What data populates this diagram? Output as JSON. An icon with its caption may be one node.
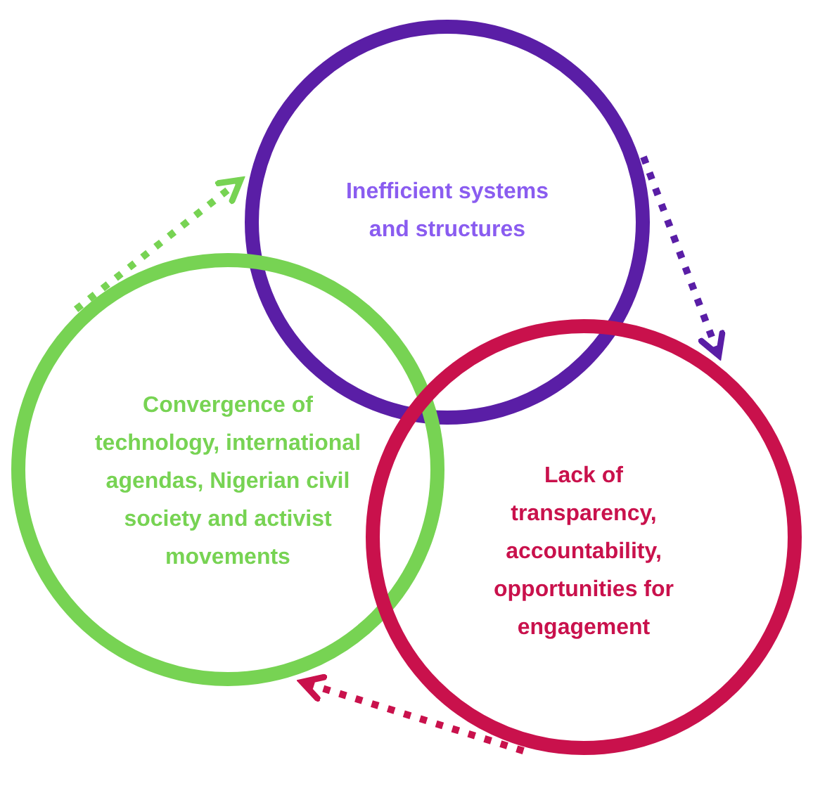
{
  "diagram": {
    "nodes": [
      {
        "text": [
          "Inefficient systems and structures"
        ]
      },
      {
        "text": [
          "Convergence of technology, international agendas, Nigerian civil society and activist movements"
        ]
      },
      {
        "text": [
          "Lack of transparency, accountability, opportunities for engagement"
        ]
      }
    ],
    "edges": [
      {
        "from": 1,
        "to": 0,
        "arrow": "to",
        "style": "dashed",
        "color": "#77d353"
      },
      {
        "from": 0,
        "to": 2,
        "arrow": "to",
        "style": "dashed",
        "color": "#5a1ea6"
      },
      {
        "from": 2,
        "to": 1,
        "arrow": "to",
        "style": "dashed",
        "color": "#c9114c"
      }
    ]
  }
}
